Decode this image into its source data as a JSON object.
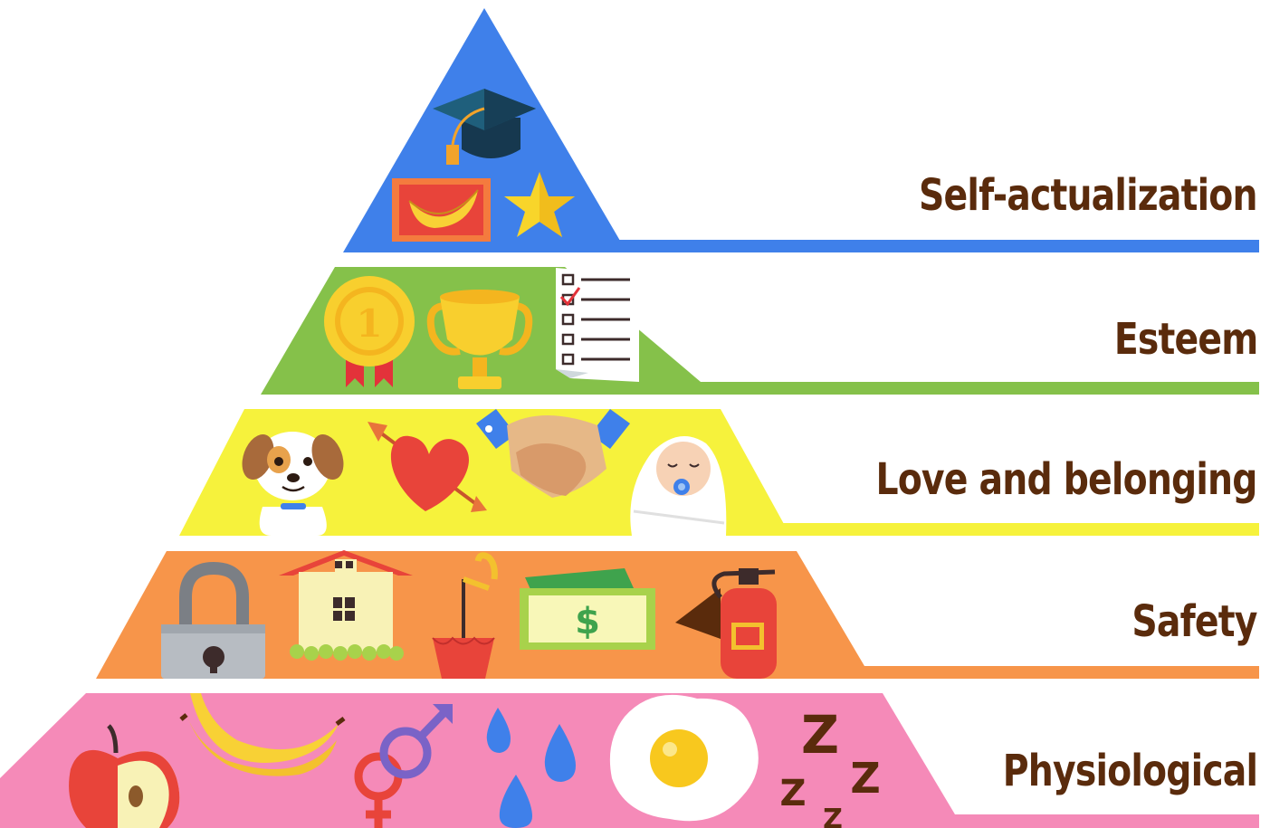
{
  "colors": {
    "self_actualization": "#3f80ea",
    "esteem": "#85c14a",
    "love": "#f6f23c",
    "safety": "#f7954a",
    "physiological": "#f58ab8",
    "label_text": "#5a2b0c"
  },
  "tiers": [
    {
      "label": "Self-actualization",
      "icons": [
        "graduation-cap-icon",
        "banana-picture-icon",
        "star-icon"
      ]
    },
    {
      "label": "Esteem",
      "icons": [
        "gold-medal-icon",
        "trophy-icon",
        "checklist-icon"
      ]
    },
    {
      "label": "Love and belonging",
      "icons": [
        "dog-icon",
        "heart-arrow-icon",
        "handshake-icon",
        "baby-icon"
      ]
    },
    {
      "label": "Safety",
      "icons": [
        "padlock-icon",
        "house-icon",
        "umbrella-icon",
        "money-icon",
        "fire-extinguisher-icon"
      ]
    },
    {
      "label": "Physiological",
      "icons": [
        "apple-icon",
        "banana-icon",
        "gender-icon",
        "water-drops-icon",
        "fried-egg-icon",
        "sleep-zzz-icon"
      ]
    }
  ]
}
